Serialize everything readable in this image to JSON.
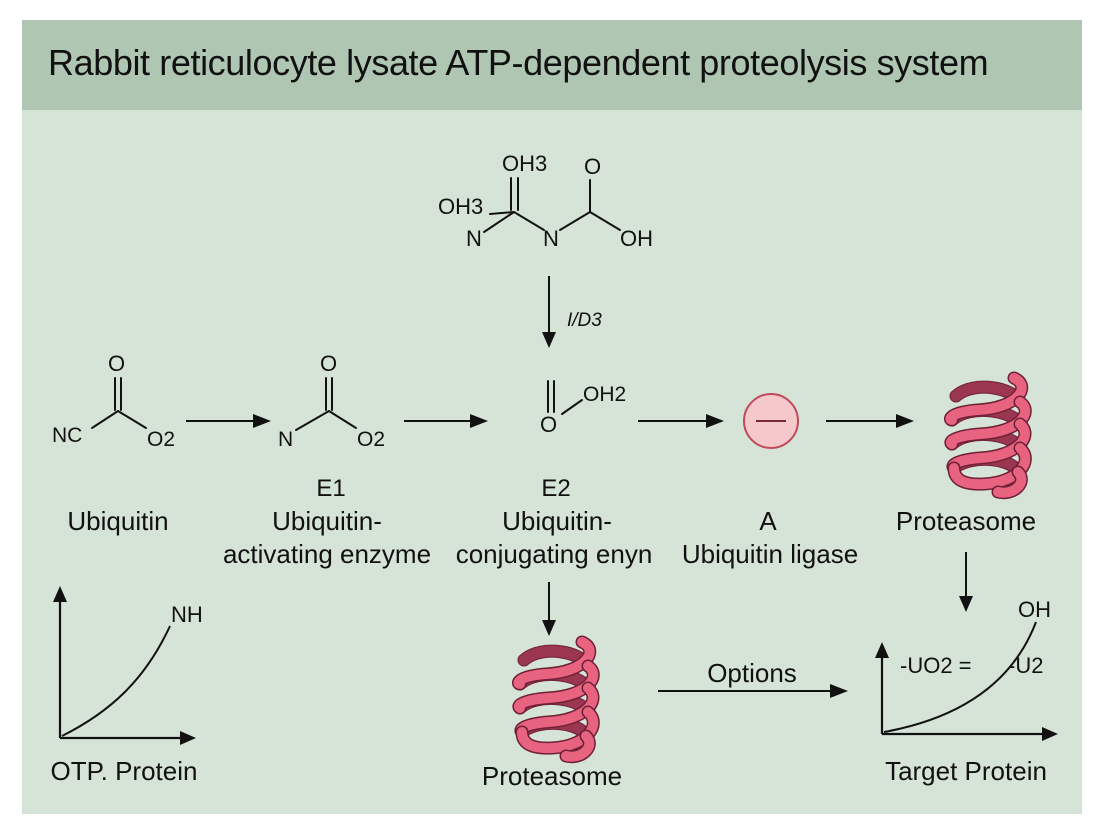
{
  "title": "Rabbit reticulocyte lysate ATP-dependent proteolysis system",
  "top_molecule": {
    "oh3_top": "OH3",
    "o_top": "O",
    "oh3_left": "OH3",
    "n_left": "N",
    "n_mid": "N",
    "oh_right": "OH",
    "arrow_label": "I/D3"
  },
  "nodes": {
    "ubiquitin": {
      "o": "O",
      "left": "NC",
      "right": "O2",
      "caption": "Ubiquitin"
    },
    "e1": {
      "o": "O",
      "left": "N",
      "right": "O2",
      "tag": "E1",
      "caption_1": "Ubiquitin-",
      "caption_2": "activating enzyme"
    },
    "e2": {
      "o": "O",
      "right": "OH2",
      "tag": "E2",
      "caption_1": "Ubiquitin-",
      "caption_2": "conjugating enyn"
    },
    "e3": {
      "tag": "A",
      "caption": "Ubiquitin ligase",
      "fill": "#f5c9cb",
      "stroke": "#c0495a"
    },
    "proteasome_top": {
      "caption": "Proteasome"
    },
    "proteasome_bottom": {
      "caption": "Proteasome"
    }
  },
  "options_label": "Options",
  "left_graph": {
    "curve_label": "NH",
    "caption": "OTP. Protein"
  },
  "right_graph": {
    "oh": "OH",
    "eq_left": "-UO2 =",
    "eq_right": "-U2",
    "caption": "Target Protein"
  },
  "colors": {
    "background": "#d6e4d8",
    "title_bar": "#afc7b2",
    "coil_pink": "#e8637f",
    "coil_dark": "#9b3650"
  }
}
